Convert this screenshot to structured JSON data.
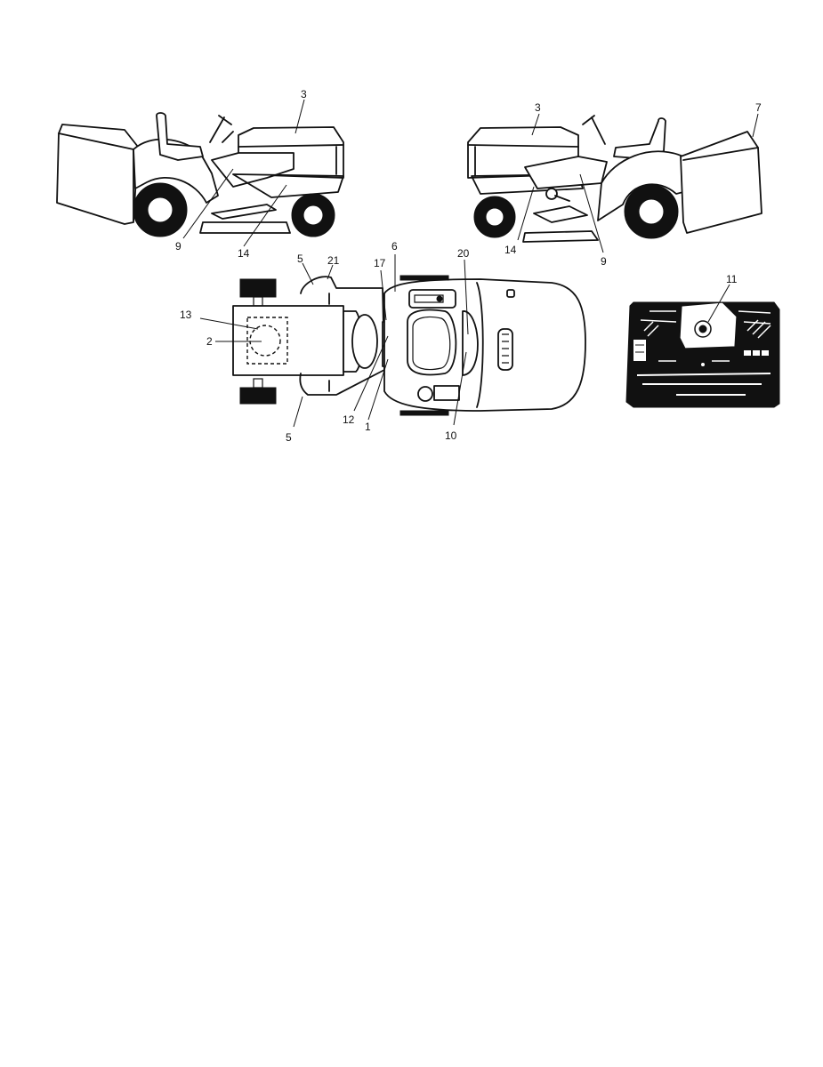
{
  "callouts": {
    "left_side_view": [
      {
        "id": "ls-3",
        "text": "3"
      },
      {
        "id": "ls-9",
        "text": "9"
      },
      {
        "id": "ls-14",
        "text": "14"
      }
    ],
    "right_side_view": [
      {
        "id": "rs-3",
        "text": "3"
      },
      {
        "id": "rs-7",
        "text": "7"
      },
      {
        "id": "rs-14",
        "text": "14"
      },
      {
        "id": "rs-9",
        "text": "9"
      }
    ],
    "top_view": [
      {
        "id": "tv-5a",
        "text": "5"
      },
      {
        "id": "tv-21",
        "text": "21"
      },
      {
        "id": "tv-6",
        "text": "6"
      },
      {
        "id": "tv-17",
        "text": "17"
      },
      {
        "id": "tv-20",
        "text": "20"
      },
      {
        "id": "tv-13",
        "text": "13"
      },
      {
        "id": "tv-2",
        "text": "2"
      },
      {
        "id": "tv-12",
        "text": "12"
      },
      {
        "id": "tv-1",
        "text": "1"
      },
      {
        "id": "tv-10",
        "text": "10"
      },
      {
        "id": "tv-5b",
        "text": "5"
      }
    ],
    "deck_view": [
      {
        "id": "dv-11",
        "text": "11"
      }
    ]
  }
}
